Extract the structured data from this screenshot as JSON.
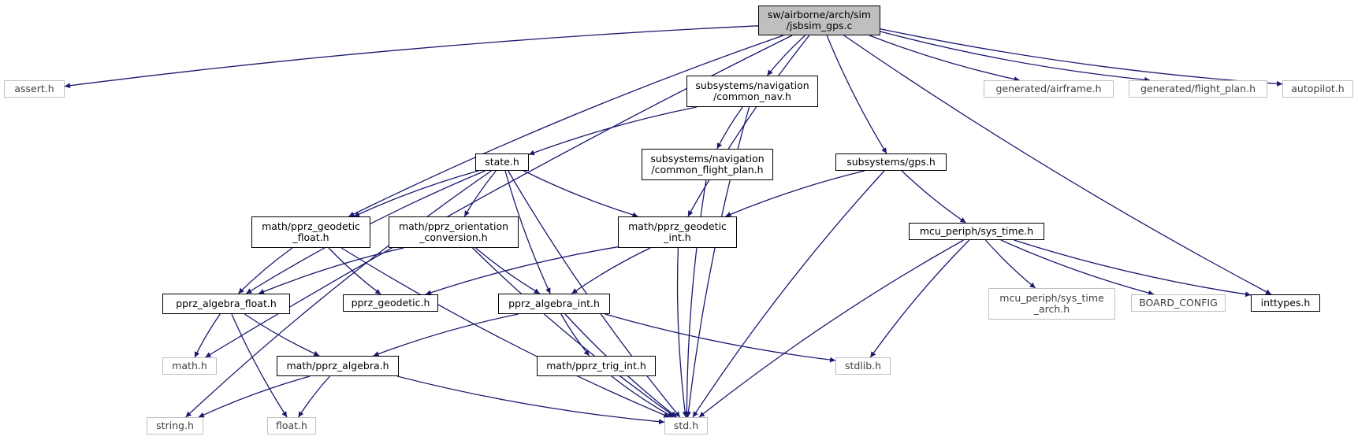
{
  "nodes": [
    {
      "id": "jsbsim_gps_c",
      "lines": [
        "sw/airborne/arch/sim",
        "/jsbsim_gps.c"
      ],
      "style": "root"
    },
    {
      "id": "assert_h",
      "lines": [
        "assert.h"
      ],
      "style": "gray"
    },
    {
      "id": "common_nav_h",
      "lines": [
        "subsystems/navigation",
        "/common_nav.h"
      ],
      "style": "black"
    },
    {
      "id": "generated_airframe_h",
      "lines": [
        "generated/airframe.h"
      ],
      "style": "gray"
    },
    {
      "id": "generated_flight_plan_h",
      "lines": [
        "generated/flight_plan.h"
      ],
      "style": "gray"
    },
    {
      "id": "autopilot_h",
      "lines": [
        "autopilot.h"
      ],
      "style": "gray"
    },
    {
      "id": "state_h",
      "lines": [
        "state.h"
      ],
      "style": "black"
    },
    {
      "id": "common_flight_plan_h",
      "lines": [
        "subsystems/navigation",
        "/common_flight_plan.h"
      ],
      "style": "black"
    },
    {
      "id": "gps_h",
      "lines": [
        "subsystems/gps.h"
      ],
      "style": "black"
    },
    {
      "id": "pprz_geodetic_float_h",
      "lines": [
        "math/pprz_geodetic",
        "_float.h"
      ],
      "style": "black"
    },
    {
      "id": "pprz_orientation_conversion_h",
      "lines": [
        "math/pprz_orientation",
        "_conversion.h"
      ],
      "style": "black"
    },
    {
      "id": "pprz_geodetic_int_h",
      "lines": [
        "math/pprz_geodetic",
        "_int.h"
      ],
      "style": "black"
    },
    {
      "id": "sys_time_h",
      "lines": [
        "mcu_periph/sys_time.h"
      ],
      "style": "black"
    },
    {
      "id": "pprz_algebra_float_h",
      "lines": [
        "pprz_algebra_float.h"
      ],
      "style": "black"
    },
    {
      "id": "pprz_geodetic_h",
      "lines": [
        "pprz_geodetic.h"
      ],
      "style": "black"
    },
    {
      "id": "pprz_algebra_int_h",
      "lines": [
        "pprz_algebra_int.h"
      ],
      "style": "black"
    },
    {
      "id": "sys_time_arch_h",
      "lines": [
        "mcu_periph/sys_time",
        "_arch.h"
      ],
      "style": "gray"
    },
    {
      "id": "board_config",
      "lines": [
        "BOARD_CONFIG"
      ],
      "style": "gray"
    },
    {
      "id": "inttypes_h",
      "lines": [
        "inttypes.h"
      ],
      "style": "black"
    },
    {
      "id": "math_h",
      "lines": [
        "math.h"
      ],
      "style": "gray"
    },
    {
      "id": "pprz_algebra_h",
      "lines": [
        "math/pprz_algebra.h"
      ],
      "style": "black"
    },
    {
      "id": "pprz_trig_int_h",
      "lines": [
        "math/pprz_trig_int.h"
      ],
      "style": "black"
    },
    {
      "id": "stdlib_h",
      "lines": [
        "stdlib.h"
      ],
      "style": "gray"
    },
    {
      "id": "string_h",
      "lines": [
        "string.h"
      ],
      "style": "gray"
    },
    {
      "id": "float_h",
      "lines": [
        "float.h"
      ],
      "style": "gray"
    },
    {
      "id": "std_h",
      "lines": [
        "std.h"
      ],
      "style": "gray"
    }
  ],
  "edges": [
    [
      "jsbsim_gps_c",
      "assert_h"
    ],
    [
      "jsbsim_gps_c",
      "math_h"
    ],
    [
      "jsbsim_gps_c",
      "pprz_geodetic_float_h"
    ],
    [
      "jsbsim_gps_c",
      "common_nav_h"
    ],
    [
      "jsbsim_gps_c",
      "pprz_geodetic_int_h"
    ],
    [
      "jsbsim_gps_c",
      "gps_h"
    ],
    [
      "jsbsim_gps_c",
      "inttypes_h"
    ],
    [
      "jsbsim_gps_c",
      "generated_airframe_h"
    ],
    [
      "jsbsim_gps_c",
      "generated_flight_plan_h"
    ],
    [
      "jsbsim_gps_c",
      "autopilot_h"
    ],
    [
      "common_nav_h",
      "state_h"
    ],
    [
      "common_nav_h",
      "common_flight_plan_h"
    ],
    [
      "common_nav_h",
      "std_h"
    ],
    [
      "common_flight_plan_h",
      "std_h"
    ],
    [
      "state_h",
      "string_h"
    ],
    [
      "state_h",
      "pprz_algebra_float_h"
    ],
    [
      "state_h",
      "pprz_geodetic_float_h"
    ],
    [
      "state_h",
      "pprz_orientation_conversion_h"
    ],
    [
      "state_h",
      "pprz_algebra_int_h"
    ],
    [
      "state_h",
      "std_h"
    ],
    [
      "state_h",
      "pprz_geodetic_int_h"
    ],
    [
      "gps_h",
      "pprz_geodetic_int_h"
    ],
    [
      "gps_h",
      "std_h"
    ],
    [
      "gps_h",
      "sys_time_h"
    ],
    [
      "sys_time_h",
      "stdlib_h"
    ],
    [
      "sys_time_h",
      "std_h"
    ],
    [
      "sys_time_h",
      "sys_time_arch_h"
    ],
    [
      "sys_time_h",
      "board_config"
    ],
    [
      "sys_time_h",
      "inttypes_h"
    ],
    [
      "pprz_geodetic_float_h",
      "pprz_algebra_float_h"
    ],
    [
      "pprz_geodetic_float_h",
      "pprz_geodetic_h"
    ],
    [
      "pprz_geodetic_float_h",
      "std_h"
    ],
    [
      "pprz_orientation_conversion_h",
      "pprz_algebra_float_h"
    ],
    [
      "pprz_orientation_conversion_h",
      "pprz_algebra_int_h"
    ],
    [
      "pprz_orientation_conversion_h",
      "std_h"
    ],
    [
      "pprz_geodetic_int_h",
      "pprz_geodetic_h"
    ],
    [
      "pprz_geodetic_int_h",
      "pprz_algebra_int_h"
    ],
    [
      "pprz_geodetic_int_h",
      "std_h"
    ],
    [
      "pprz_algebra_float_h",
      "math_h"
    ],
    [
      "pprz_algebra_float_h",
      "float_h"
    ],
    [
      "pprz_algebra_float_h",
      "pprz_algebra_h"
    ],
    [
      "pprz_algebra_int_h",
      "pprz_algebra_h"
    ],
    [
      "pprz_algebra_int_h",
      "std_h"
    ],
    [
      "pprz_algebra_int_h",
      "pprz_trig_int_h"
    ],
    [
      "pprz_algebra_int_h",
      "stdlib_h"
    ],
    [
      "pprz_algebra_h",
      "string_h"
    ],
    [
      "pprz_algebra_h",
      "float_h"
    ],
    [
      "pprz_algebra_h",
      "std_h"
    ],
    [
      "pprz_trig_int_h",
      "std_h"
    ]
  ],
  "colors": {
    "edge": "#191970",
    "root_fill": "#bfbfbf",
    "black_border": "#000000",
    "gray_border": "#bfbfbf",
    "gray_text": "#404040"
  }
}
